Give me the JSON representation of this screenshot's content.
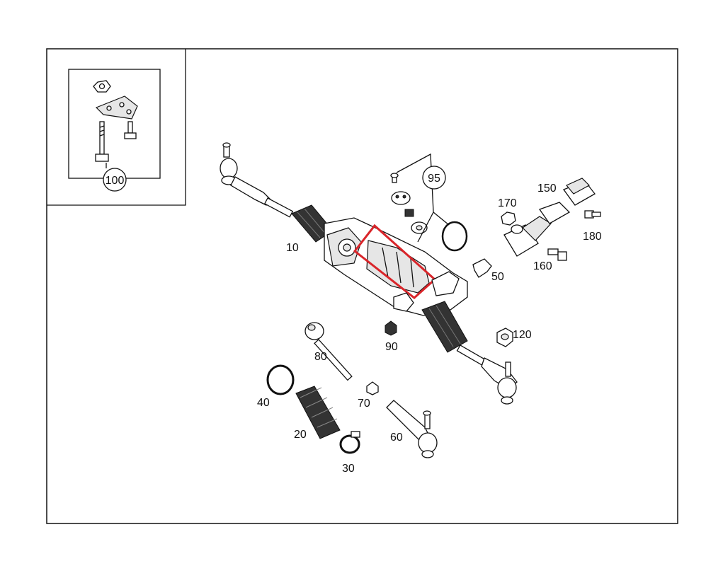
{
  "diagram": {
    "highlight_color": "#d9252a",
    "callouts": [
      {
        "id": "10",
        "label": "10"
      },
      {
        "id": "20",
        "label": "20"
      },
      {
        "id": "30",
        "label": "30"
      },
      {
        "id": "40",
        "label": "40"
      },
      {
        "id": "50",
        "label": "50"
      },
      {
        "id": "60",
        "label": "60"
      },
      {
        "id": "70",
        "label": "70"
      },
      {
        "id": "80",
        "label": "80"
      },
      {
        "id": "90",
        "label": "90"
      },
      {
        "id": "95",
        "label": "95"
      },
      {
        "id": "100",
        "label": "100"
      },
      {
        "id": "120",
        "label": "120"
      },
      {
        "id": "150",
        "label": "150"
      },
      {
        "id": "160",
        "label": "160"
      },
      {
        "id": "170",
        "label": "170"
      },
      {
        "id": "180",
        "label": "180"
      }
    ]
  }
}
